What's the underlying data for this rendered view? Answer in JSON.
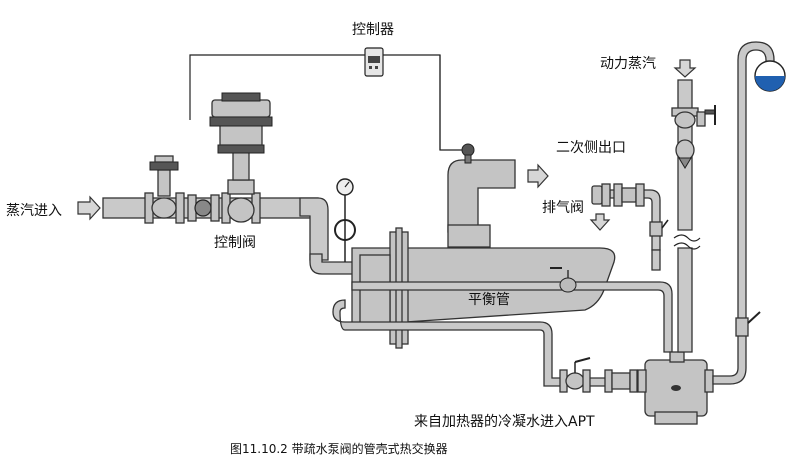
{
  "labels": {
    "controller": "控制器",
    "steam_in": "蒸汽进入",
    "control_valve": "控制阀",
    "power_steam": "动力蒸汽",
    "secondary_outlet": "二次侧出口",
    "vent_valve": "排气阀",
    "balance_pipe": "平衡管",
    "condensate_in": "来自加热器的冷凝水进入APT"
  },
  "caption": "图11.10.2  带疏水泵阀的管壳式热交换器"
}
